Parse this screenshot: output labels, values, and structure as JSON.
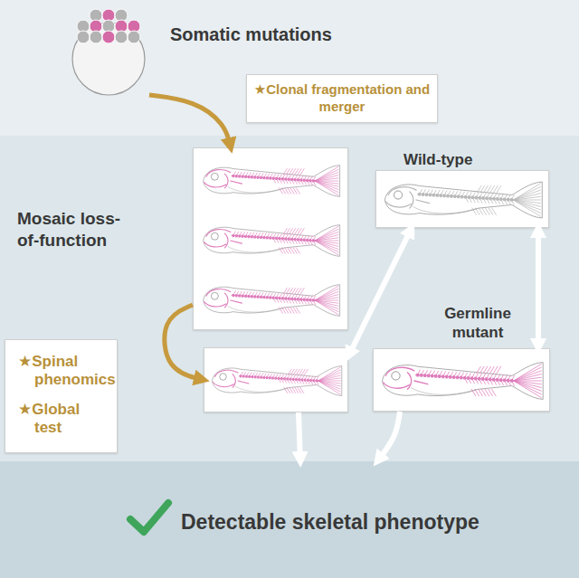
{
  "diagram": {
    "nodes": [
      {
        "text": [
          "Somatic mutations"
        ]
      },
      {
        "text": [
          "★Clonal fragmentation and merger"
        ]
      },
      {
        "text": [
          "Mosaic loss-of-function"
        ]
      },
      {
        "text": [
          "Wild-type"
        ]
      },
      {
        "text": [
          "Germline mutant"
        ]
      },
      {
        "text": [
          "★Spinal phenomics",
          "★Global test"
        ]
      },
      {
        "text": []
      },
      {
        "text": [
          "Detectable skeletal phenotype"
        ]
      }
    ],
    "edges": [
      {
        "from": 0,
        "to": 2,
        "arrow": "to"
      },
      {
        "from": 2,
        "to": 6,
        "arrow": "to"
      },
      {
        "from": 6,
        "to": 3,
        "arrow": "both"
      },
      {
        "from": 3,
        "to": 4,
        "arrow": "both"
      },
      {
        "from": 6,
        "to": 7,
        "arrow": "to"
      },
      {
        "from": 4,
        "to": 7,
        "arrow": "to"
      }
    ]
  }
}
